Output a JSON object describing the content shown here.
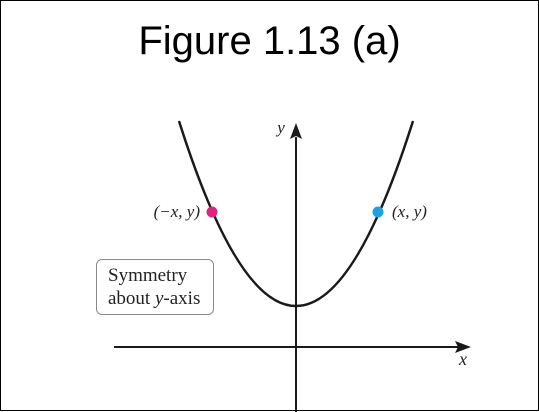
{
  "figure_title": "Figure 1.13 (a)",
  "axes": {
    "x_label": "x",
    "y_label": "y"
  },
  "points": {
    "left": {
      "label": "(−x, y)",
      "color": "#e0237f"
    },
    "right": {
      "label": "(x, y)",
      "color": "#1aa3e6"
    }
  },
  "callout": {
    "line1": "Symmetry",
    "line2_prefix": "about ",
    "line2_var": "y",
    "line2_suffix": "-axis"
  },
  "colors": {
    "curve": "#1a1a1a",
    "axis": "#1a1a1a"
  }
}
